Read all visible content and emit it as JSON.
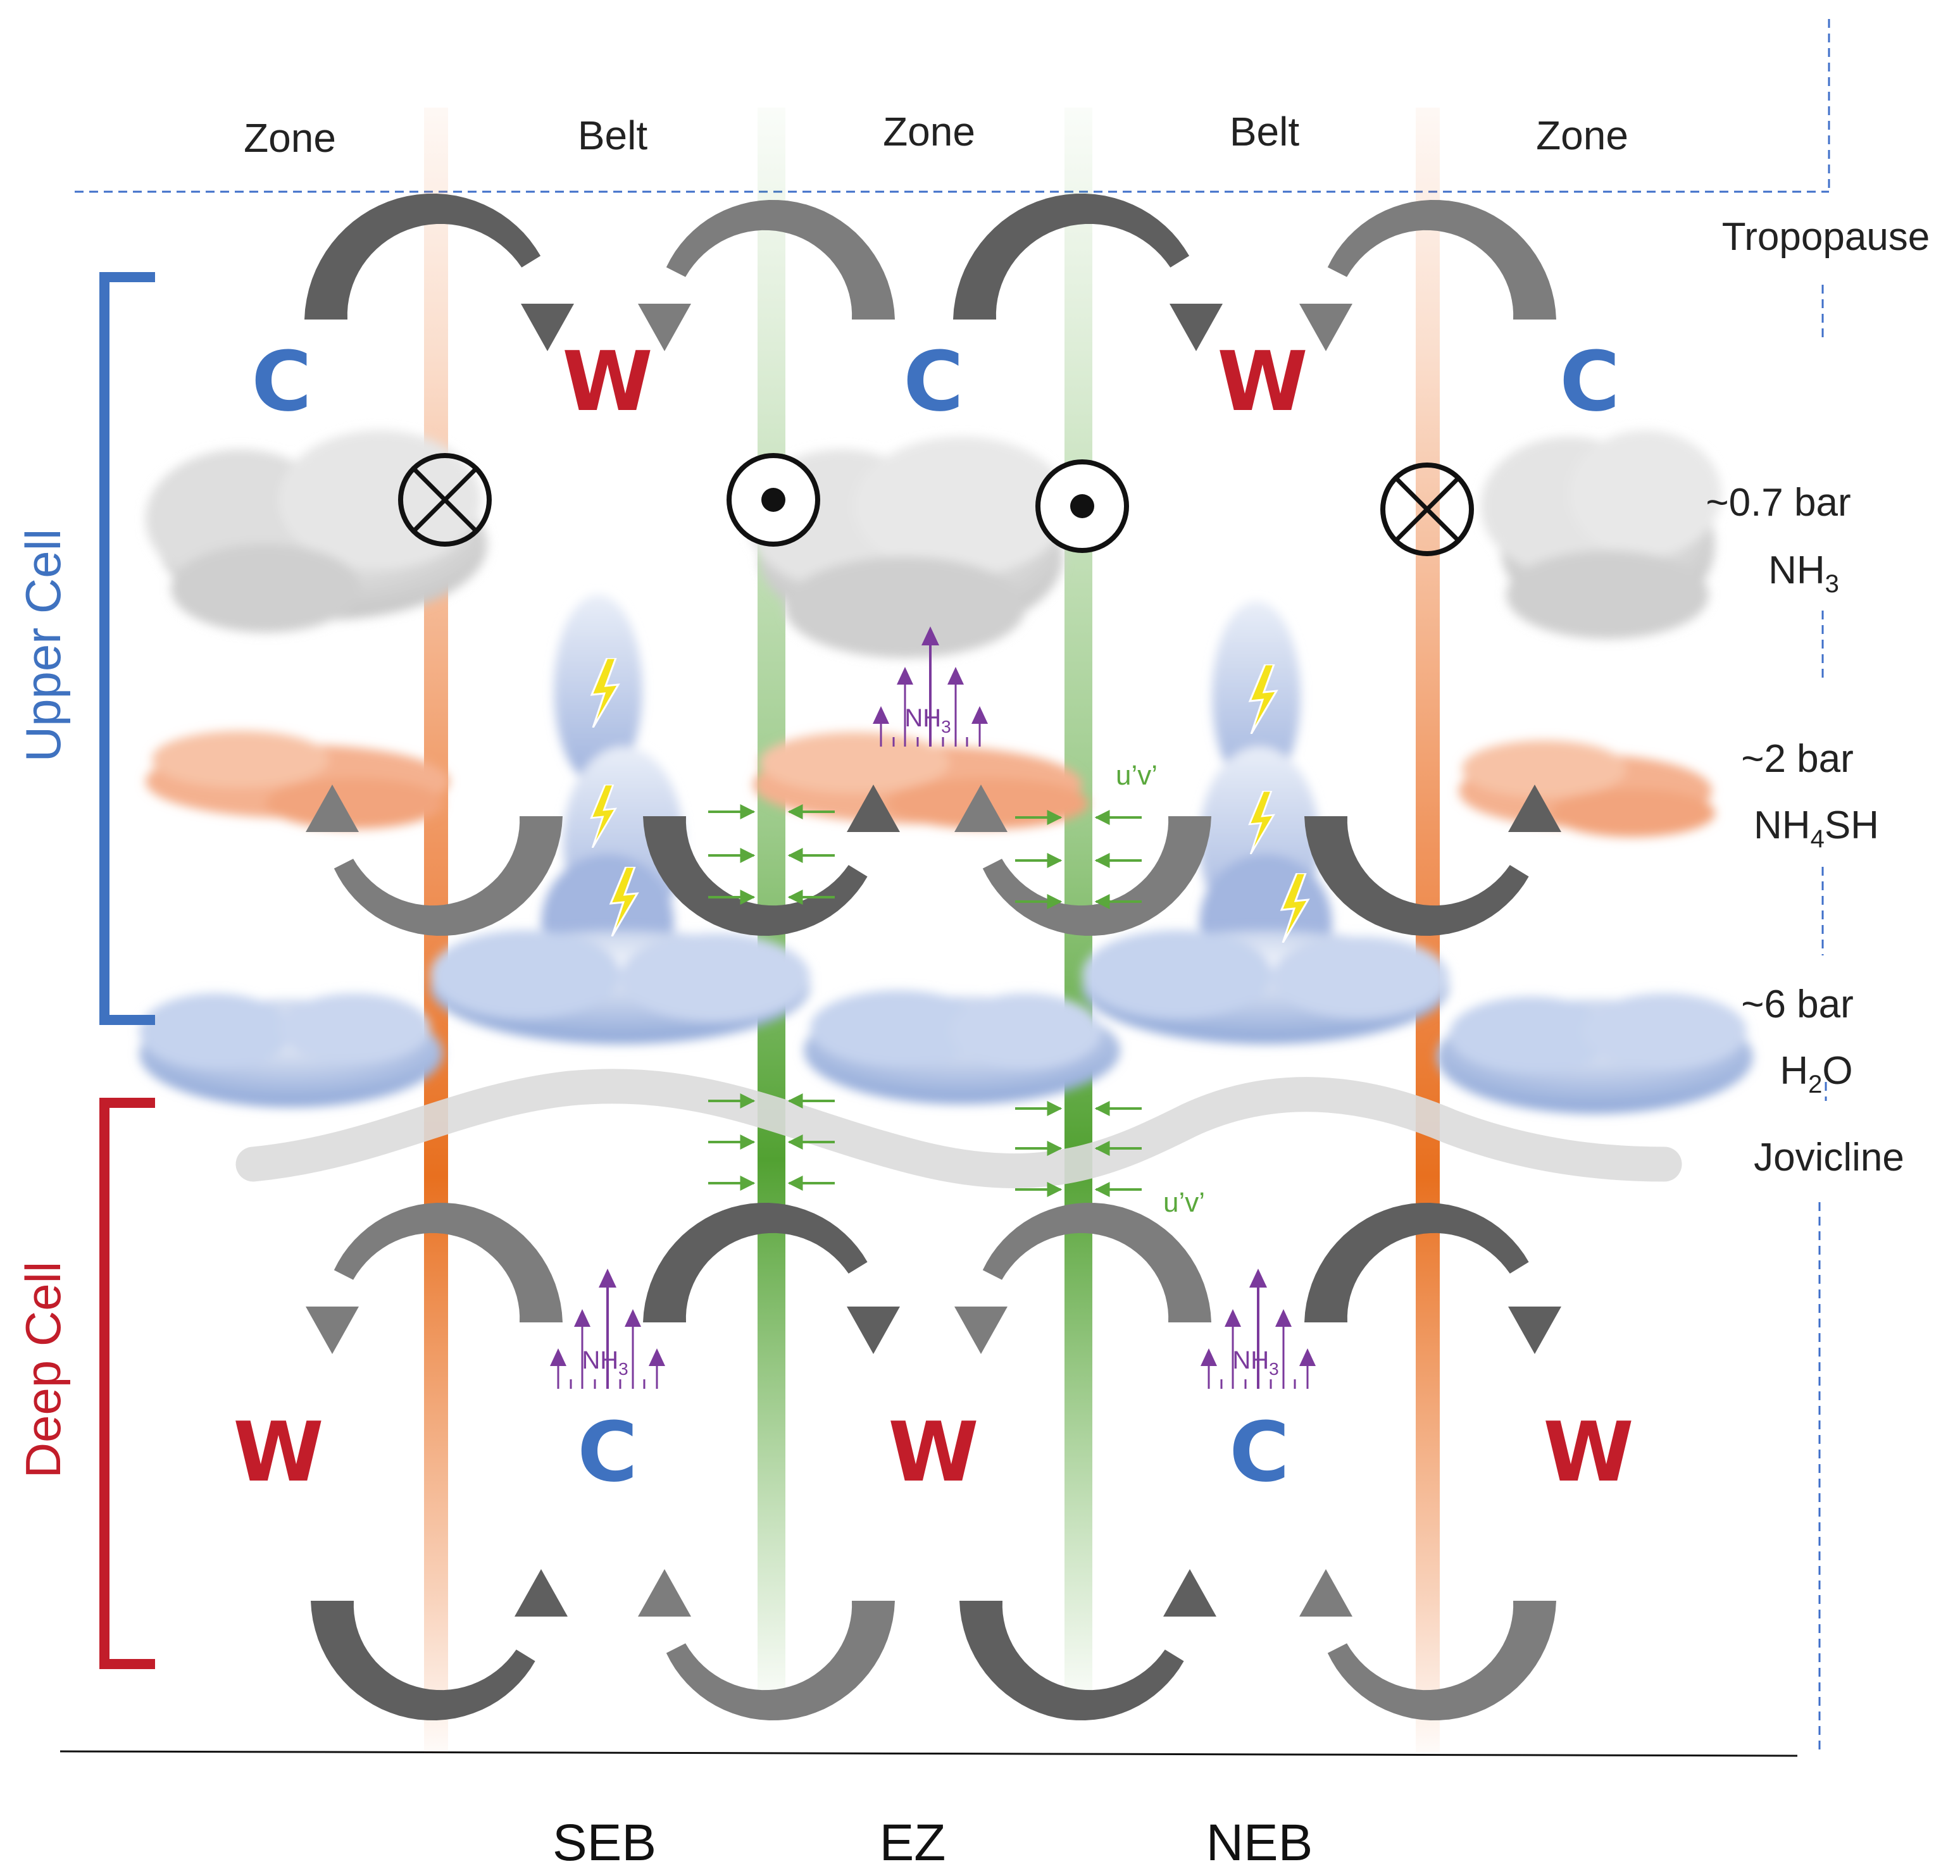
{
  "top_labels": [
    "Zone",
    "Belt",
    "Zone",
    "Belt",
    "Zone"
  ],
  "bottom_labels": [
    "SEB",
    "EZ",
    "NEB"
  ],
  "level_labels": {
    "tropopause": "Tropopause",
    "nh3_pressure": "~0.7 bar",
    "nh3_species": "NH",
    "nh3_sub": "3",
    "nh4sh_pressure": "~2 bar",
    "nh4sh_species_a": "NH",
    "nh4sh_sub": "4",
    "nh4sh_species_b": "SH",
    "h2o_pressure": "~6 bar",
    "h2o_species_a": "H",
    "h2o_sub": "2",
    "h2o_species_b": "O",
    "jovicline": "Jovicline"
  },
  "cells": {
    "upper": "Upper Cell",
    "deep": "Deep Cell"
  },
  "upper_markers": [
    "C",
    "W",
    "C",
    "W",
    "C"
  ],
  "deep_markers": [
    "W",
    "C",
    "W",
    "C",
    "W"
  ],
  "eddy_label": "u’v’",
  "nh3_arrow_label": "NH",
  "nh3_arrow_sub": "3",
  "colors": {
    "cold": "#3f72c0",
    "warm": "#c21d2a",
    "upper_bracket": "#3f72c0",
    "deep_bracket": "#c21d2a",
    "orange_column": "#ec7a35",
    "green_column": "#5aa83c",
    "nh3_arrow": "#7b3a9c",
    "eddy_arrow": "#5aa83c",
    "divider": "#3f6fc9"
  },
  "flow_symbols": [
    "into-page",
    "out-of-page",
    "out-of-page",
    "into-page"
  ]
}
